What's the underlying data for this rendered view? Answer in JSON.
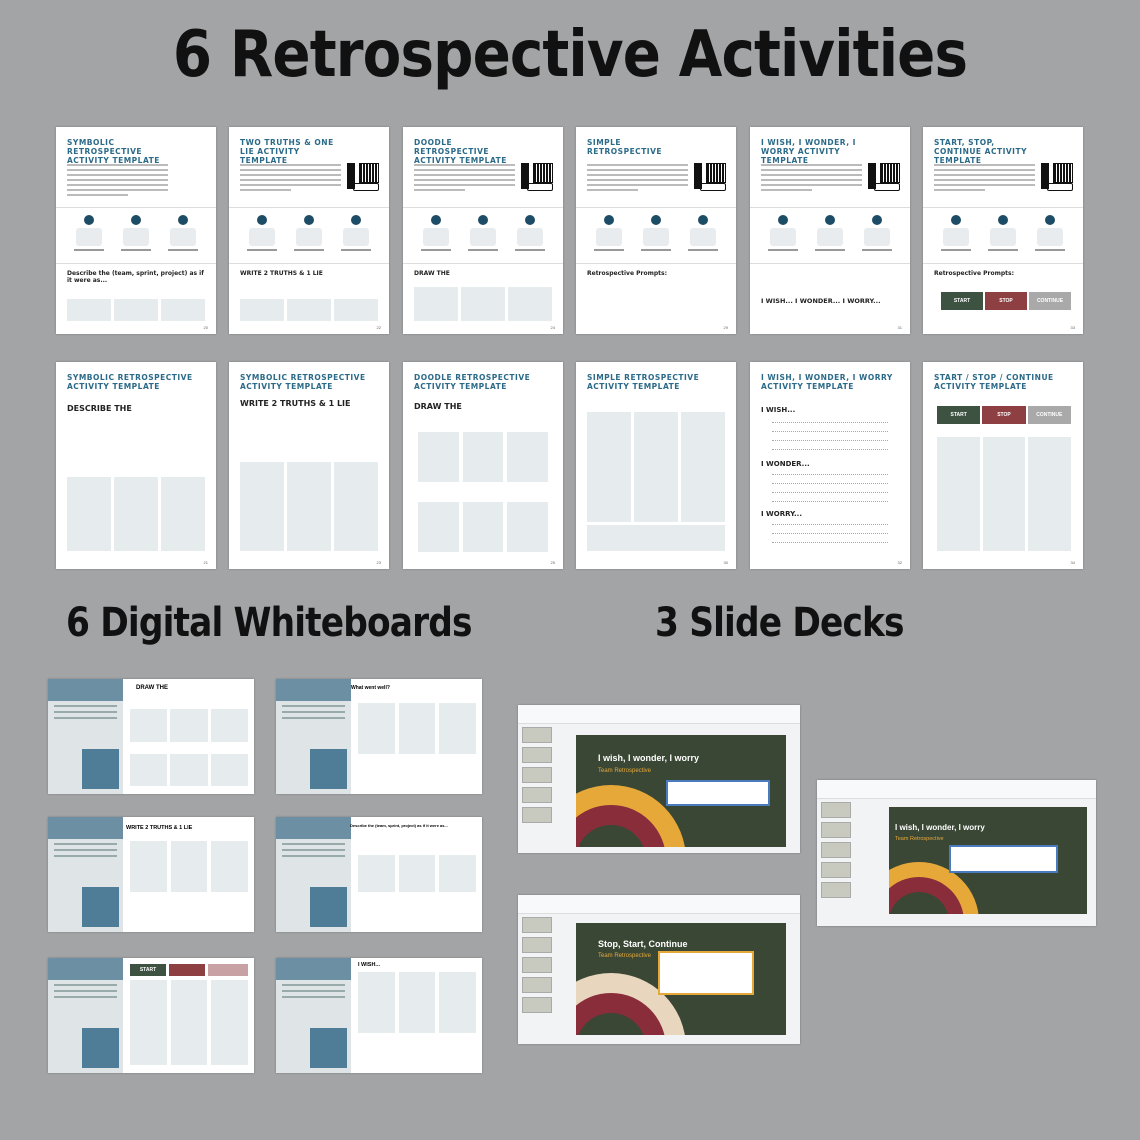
{
  "headings": {
    "main": "6 Retrospective Activities",
    "whiteboards": "6 Digital Whiteboards",
    "slide_decks": "3 Slide Decks"
  },
  "templates_row1": [
    {
      "title": "SYMBOLIC RETROSPECTIVE ACTIVITY TEMPLATE",
      "prompt": "Describe the (team, sprint, project) as if it were as..."
    },
    {
      "title": "TWO TRUTHS & ONE LIE ACTIVITY TEMPLATE",
      "prompt": "WRITE 2 TRUTHS & 1 LIE"
    },
    {
      "title": "DOODLE RETROSPECTIVE ACTIVITY TEMPLATE",
      "prompt": "DRAW THE"
    },
    {
      "title": "SIMPLE RETROSPECTIVE",
      "prompt": "Retrospective Prompts:"
    },
    {
      "title": "I WISH, I WONDER, I WORRY ACTIVITY TEMPLATE",
      "prompt": "I WISH...   I WONDER...   I WORRY..."
    },
    {
      "title": "START, STOP, CONTINUE ACTIVITY TEMPLATE",
      "prompt": "Retrospective Prompts:"
    }
  ],
  "templates_row2": [
    {
      "title": "SYMBOLIC RETROSPECTIVE ACTIVITY TEMPLATE",
      "heading": "DESCRIBE THE"
    },
    {
      "title": "SYMBOLIC RETROSPECTIVE ACTIVITY TEMPLATE",
      "heading": "WRITE 2 TRUTHS & 1 LIE"
    },
    {
      "title": "DOODLE RETROSPECTIVE ACTIVITY TEMPLATE",
      "heading": "DRAW THE"
    },
    {
      "title": "SIMPLE RETROSPECTIVE ACTIVITY TEMPLATE",
      "heading": ""
    },
    {
      "title": "I WISH, I WONDER, I WORRY ACTIVITY TEMPLATE",
      "heading": ""
    },
    {
      "title": "START / STOP / CONTINUE ACTIVITY TEMPLATE",
      "heading": ""
    }
  ],
  "wish_labels": [
    "I WISH...",
    "I WONDER...",
    "I WORRY..."
  ],
  "ssc_buttons": [
    "START",
    "STOP",
    "CONTINUE"
  ],
  "page_numbers_row1": [
    "20",
    "22",
    "24",
    "29",
    "31",
    "33"
  ],
  "page_numbers_row2": [
    "21",
    "23",
    "25",
    "30",
    "32",
    "34"
  ],
  "whiteboards": [
    {
      "label": "DRAW THE"
    },
    {
      "label": "What went well?"
    },
    {
      "label": "WRITE 2 TRUTHS & 1 LIE"
    },
    {
      "label": "Describe the (team, sprint, project) as if it were as..."
    },
    {
      "label": "START"
    },
    {
      "label": "I WISH..."
    }
  ],
  "slides": [
    {
      "title": "I wish, I wonder, I worry",
      "subtitle": "Team Retrospective"
    },
    {
      "title": "I wish, I wonder, I worry",
      "subtitle": "Team Retrospective"
    },
    {
      "title": "Stop, Start, Continue",
      "subtitle": "Team Retrospective"
    }
  ],
  "colors": {
    "background": "#a2a4a6",
    "teal_title": "#2b6a88",
    "start": "#3d5241",
    "stop": "#8e3f42",
    "continue": "#a9a9a9"
  }
}
